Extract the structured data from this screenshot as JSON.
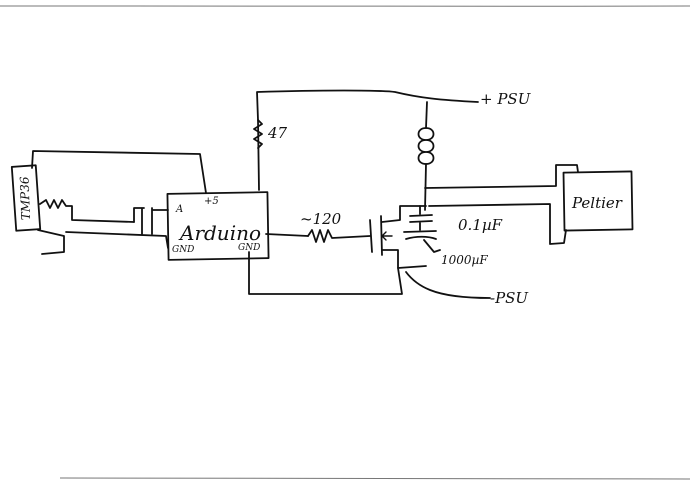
{
  "labels": {
    "supply_positive": "+ PSU",
    "supply_negative": "-PSU",
    "resistor_top": "47",
    "resistor_gate": "~120",
    "arduino": "Arduino",
    "arduino_pin_a": "A",
    "arduino_pin_5v": "+5",
    "arduino_gnd_left": "GND",
    "arduino_gnd_right": "GND",
    "sensor": "TMP36",
    "cap_small": "0.1µF",
    "cap_large": "1000µF",
    "peltier": "Peltier"
  }
}
